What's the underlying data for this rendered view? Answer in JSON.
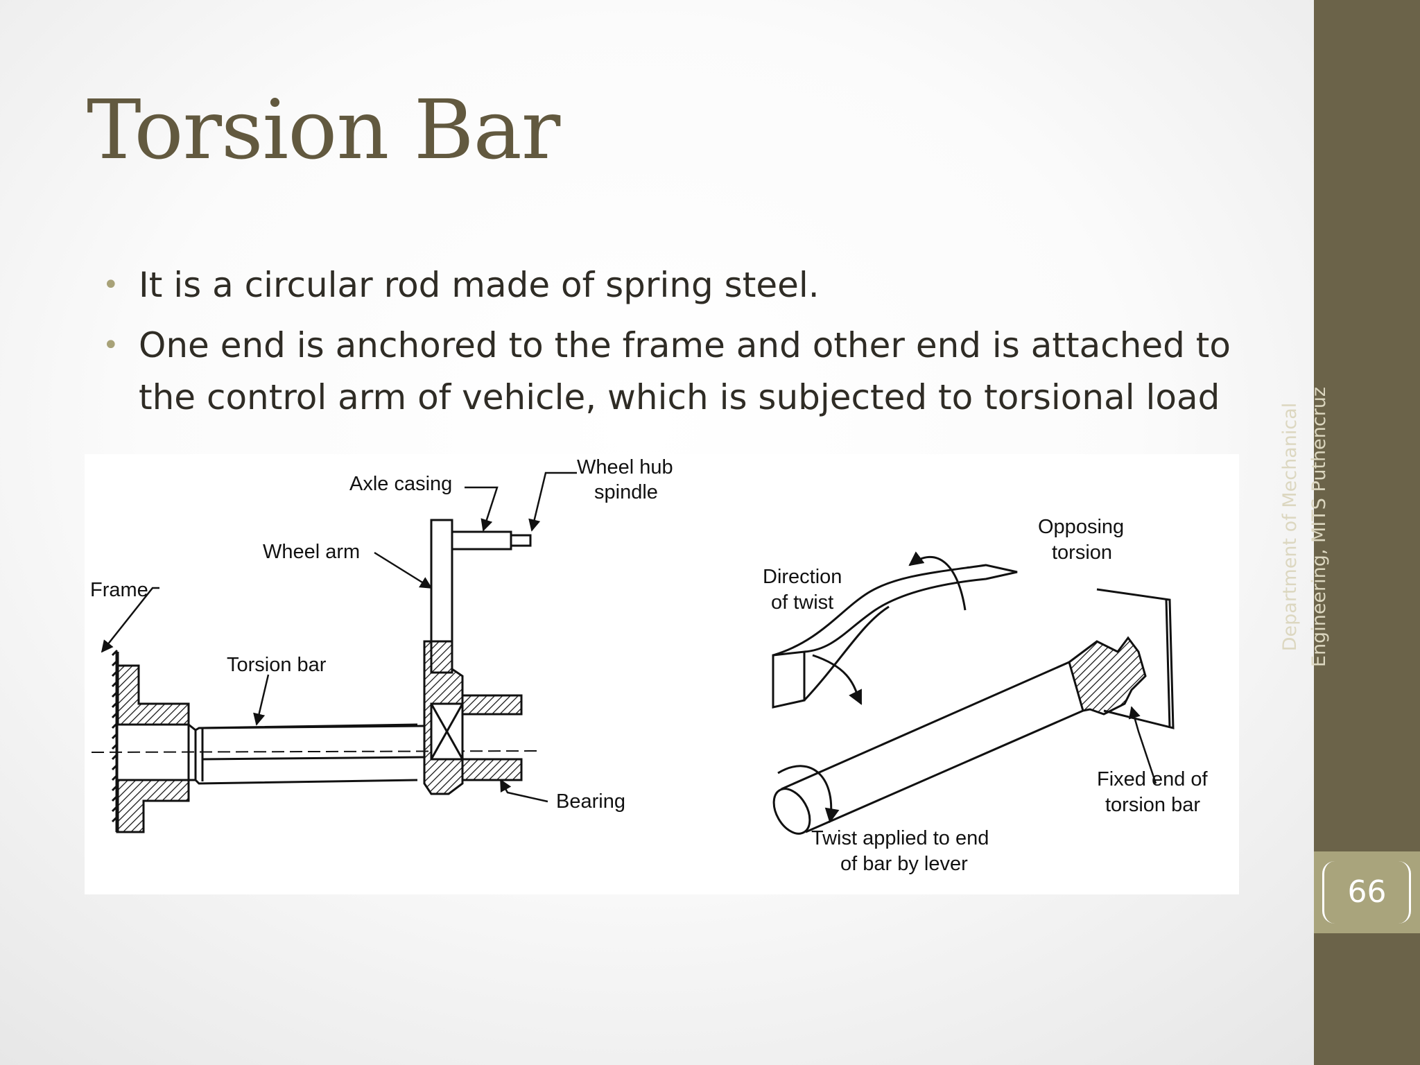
{
  "slide": {
    "title": "Torsion Bar",
    "bullets": [
      "It is a circular rod made of spring steel.",
      "One end is anchored to the frame and other end is attached to the control arm of vehicle, which is subjected to torsional load"
    ],
    "sidebar_text": "Department of Mechanical Engineering, MITS Puthencruz",
    "page_number": "66"
  },
  "figure": {
    "left_labels": {
      "axle_casing": "Axle casing",
      "wheel_hub_line1": "Wheel hub",
      "wheel_hub_line2": "spindle",
      "wheel_arm": "Wheel arm",
      "frame": "Frame",
      "torsion_bar": "Torsion bar",
      "bearing": "Bearing"
    },
    "right_labels": {
      "opposing_line1": "Opposing",
      "opposing_line2": "torsion",
      "direction_line1": "Direction",
      "direction_line2": "of twist",
      "fixed_line1": "Fixed end of",
      "fixed_line2": "torsion bar",
      "twist_line1": "Twist applied to end",
      "twist_line2": "of bar by lever"
    }
  },
  "colors": {
    "title": "#62593f",
    "sidebar": "#6b6349",
    "page_box": "#a9a47c"
  }
}
